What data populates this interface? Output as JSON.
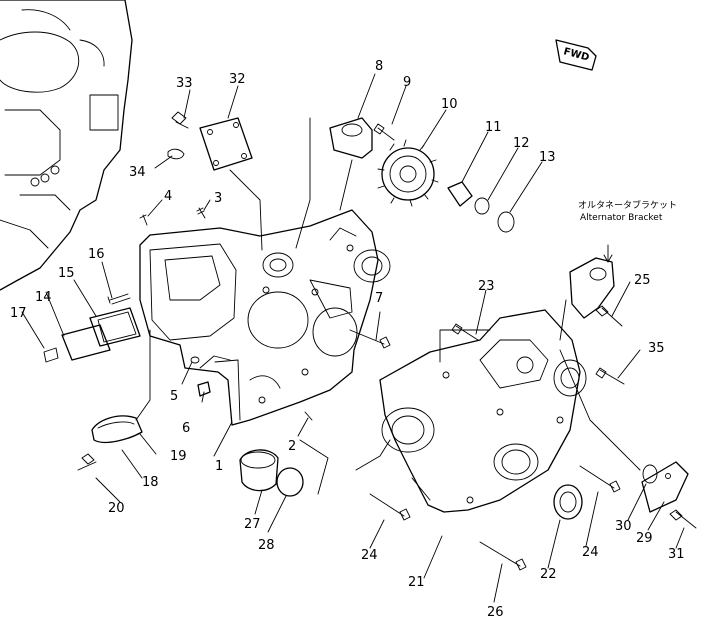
{
  "diagram": {
    "fwd_label": "FWD",
    "note_jp": "オルタネータブラケット",
    "note_en": "Alternator Bracket",
    "callouts": [
      "1",
      "2",
      "3",
      "4",
      "5",
      "6",
      "7",
      "8",
      "9",
      "10",
      "11",
      "12",
      "13",
      "14",
      "15",
      "16",
      "17",
      "18",
      "19",
      "20",
      "21",
      "22",
      "23",
      "24",
      "24",
      "25",
      "26",
      "27",
      "28",
      "29",
      "30",
      "31",
      "32",
      "33",
      "34",
      "35"
    ]
  }
}
